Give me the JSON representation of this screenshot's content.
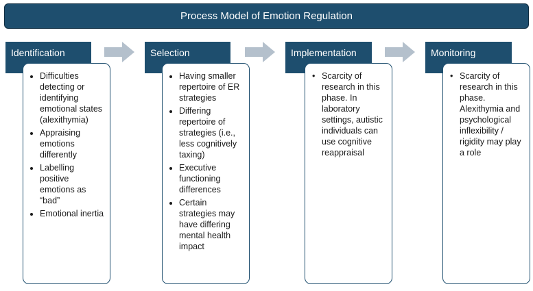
{
  "title": "Process Model of Emotion Regulation",
  "colors": {
    "header_fill": "#1e4e6e",
    "arrow_fill": "#b4c0cc",
    "box_border": "#1e4e6e"
  },
  "phases": [
    {
      "label": "Identification",
      "bullets": [
        "Difficulties detecting or identifying emotional states (alexithymia)",
        "Appraising emotions differently",
        "Labelling positive emotions as “bad”",
        "Emotional inertia"
      ]
    },
    {
      "label": "Selection",
      "bullets": [
        "Having smaller repertoire of ER strategies",
        "Differing repertoire of strategies (i.e., less cognitively taxing)",
        "Executive functioning differences",
        "Certain strategies may have differing mental health impact"
      ]
    },
    {
      "label": "Implementation",
      "text": "Scarcity of research in this phase. In laboratory settings, autistic individuals can use cognitive reappraisal"
    },
    {
      "label": "Monitoring",
      "text": "Scarcity of research in this phase. Alexithymia and psychological inflexibility / rigidity may play a role"
    }
  ]
}
